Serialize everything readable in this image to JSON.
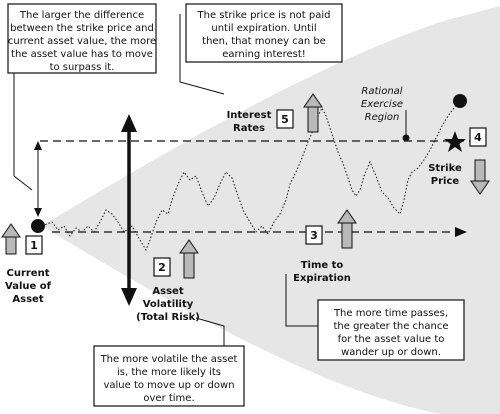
{
  "callouts": {
    "difference": [
      "The larger the difference",
      "between the strike price and",
      "current asset value, the more",
      "the asset value has to move",
      "to surpass it."
    ],
    "strike_not_paid": [
      "The strike price is not paid",
      "until expiration. Until",
      "then, that money can be",
      "earning interest!"
    ],
    "time_passes": [
      "The more time passes,",
      "the greater the chance",
      "for the asset value to",
      "wander up or down."
    ],
    "volatile": [
      "The more volatile the asset",
      "is, the more likely its",
      "value to move up or down",
      "over time."
    ]
  },
  "factors": [
    {
      "number": "1",
      "label_lines": [
        "Current",
        "Value of",
        "Asset"
      ]
    },
    {
      "number": "2",
      "label_lines": [
        "Asset",
        "Volatility",
        "(Total Risk)"
      ]
    },
    {
      "number": "3",
      "label_lines": [
        "Time to",
        "Expiration"
      ]
    },
    {
      "number": "4",
      "label_lines": [
        "Strike",
        "Price"
      ]
    },
    {
      "number": "5",
      "label_lines": [
        "Interest",
        "Rates"
      ]
    }
  ],
  "rational_exercise": [
    "Rational",
    "Exercise",
    "Region"
  ],
  "colors": {
    "cone_fill": "#e6e6e6",
    "arrow_fill": "#b9b9b9",
    "ink": "#111111"
  }
}
